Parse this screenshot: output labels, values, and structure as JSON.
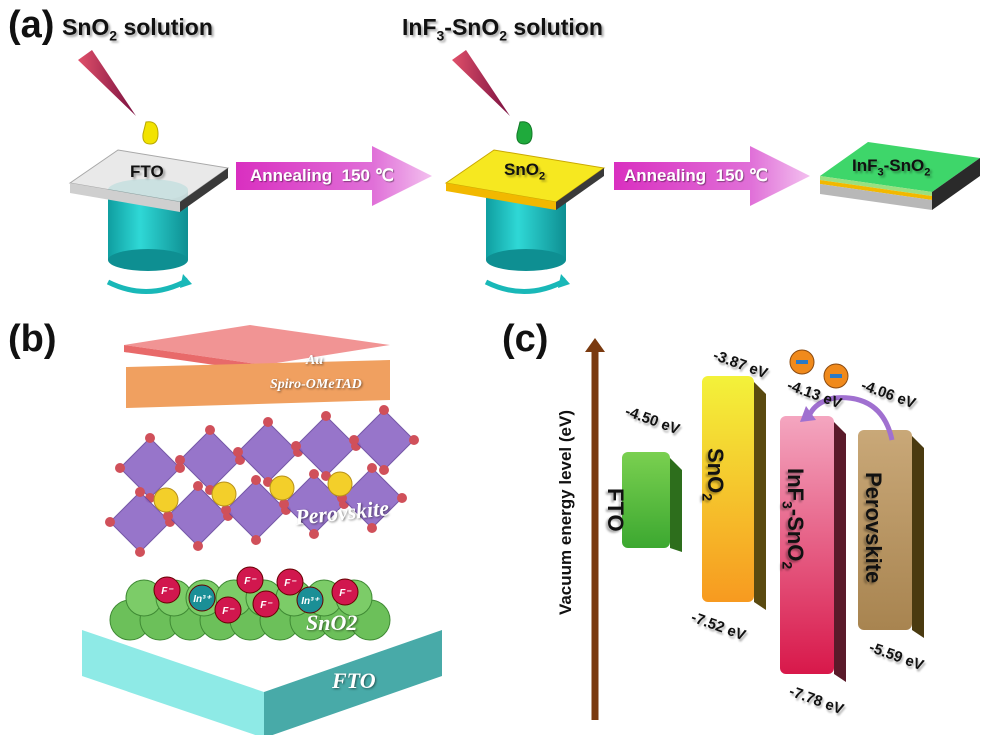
{
  "panel_a": {
    "label": "(a)",
    "step1": {
      "solution_label": "SnO",
      "solution_sub": "2",
      "solution_suffix": " solution",
      "substrate_label": "FTO"
    },
    "arrow1": {
      "label": "Annealing  150 ℃"
    },
    "step2": {
      "solution_label": "InF",
      "solution_sub": "3",
      "solution_mid": "-SnO",
      "solution_sub2": "2",
      "solution_suffix": " solution",
      "substrate_label": "SnO",
      "substrate_sub": "2"
    },
    "arrow2": {
      "label": "Annealing  150 ℃"
    },
    "step3": {
      "film_label": "InF",
      "film_sub": "3",
      "film_mid": "-SnO",
      "film_sub2": "2"
    },
    "colors": {
      "drop1": "#f2e300",
      "drop2": "#1faa3c",
      "arrow": "#d63fc6",
      "spin": "#1cc4c4",
      "film_top": "#3ed66a",
      "film_mid": "#f2b800"
    }
  },
  "panel_b": {
    "label": "(b)",
    "layers": [
      "Au",
      "Spiro-OMeTAD",
      "Perovskite",
      "SnO2",
      "FTO"
    ],
    "ion_labels": {
      "fluoride": "F⁻",
      "indium": "In³⁺"
    },
    "colors": {
      "au": "#f08080",
      "spiro": "#f0a060",
      "octahedra": "#8f6ac6",
      "a_site": "#f3cf2a",
      "sno2": "#6cc05a",
      "fto": "#5fd8d4",
      "fluoride": "#d1174e",
      "indium": "#1b8f96"
    }
  },
  "panel_c": {
    "label": "(c)",
    "axis_label": "Vacuum energy level (eV)",
    "materials": [
      {
        "name": "FTO",
        "level": "-4.50 eV",
        "color": "#5cc83a"
      },
      {
        "name": "SnO",
        "sub": "2",
        "cb": "-3.87 eV",
        "vb": "-7.52 eV",
        "color": "#f7d23a"
      },
      {
        "name": "InF",
        "sub": "3",
        "mid": "-SnO",
        "sub2": "2",
        "cb": "-4.13 eV",
        "vb": "-7.78 eV",
        "color": "#e8476a"
      },
      {
        "name": "Perovskite",
        "cb": "-4.06 eV",
        "vb": "-5.59 eV",
        "color": "#a88850"
      }
    ],
    "electron_symbol": "−",
    "colors": {
      "axis": "#7a3a10",
      "electron": "#f08a1c",
      "transfer_arrow": "#a070d0"
    }
  }
}
